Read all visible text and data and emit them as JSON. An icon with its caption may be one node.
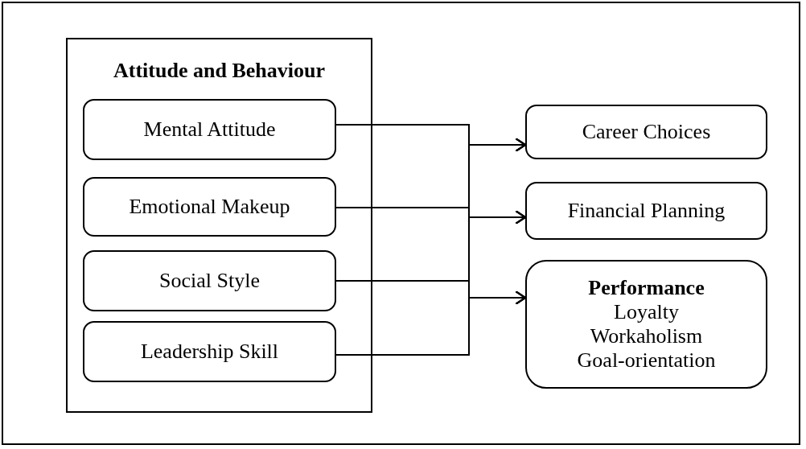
{
  "diagram": {
    "nodes": [
      {
        "text": [
          "Attitude and Behaviour"
        ]
      },
      {
        "text": [
          "Mental Attitude"
        ],
        "in": 0
      },
      {
        "text": [
          "Emotional Makeup"
        ],
        "in": 0
      },
      {
        "text": [
          "Social Style"
        ],
        "in": 0
      },
      {
        "text": [
          "Leadership Skill"
        ],
        "in": 0
      },
      {
        "text": [
          "Career Choices"
        ]
      },
      {
        "text": [
          "Financial Planning"
        ]
      },
      {
        "text": [
          "Performance",
          "Loyalty",
          "Workaholism",
          "Goal-orientation"
        ]
      }
    ],
    "edges": [
      {
        "from": 1,
        "to": 5,
        "arrow": "to"
      },
      {
        "from": 1,
        "to": 6,
        "arrow": "to"
      },
      {
        "from": 1,
        "to": 7,
        "arrow": "to"
      },
      {
        "from": 2,
        "to": 5,
        "arrow": "to"
      },
      {
        "from": 2,
        "to": 6,
        "arrow": "to"
      },
      {
        "from": 2,
        "to": 7,
        "arrow": "to"
      },
      {
        "from": 3,
        "to": 5,
        "arrow": "to"
      },
      {
        "from": 3,
        "to": 6,
        "arrow": "to"
      },
      {
        "from": 3,
        "to": 7,
        "arrow": "to"
      },
      {
        "from": 4,
        "to": 5,
        "arrow": "to"
      },
      {
        "from": 4,
        "to": 6,
        "arrow": "to"
      },
      {
        "from": 4,
        "to": 7,
        "arrow": "to"
      }
    ]
  }
}
